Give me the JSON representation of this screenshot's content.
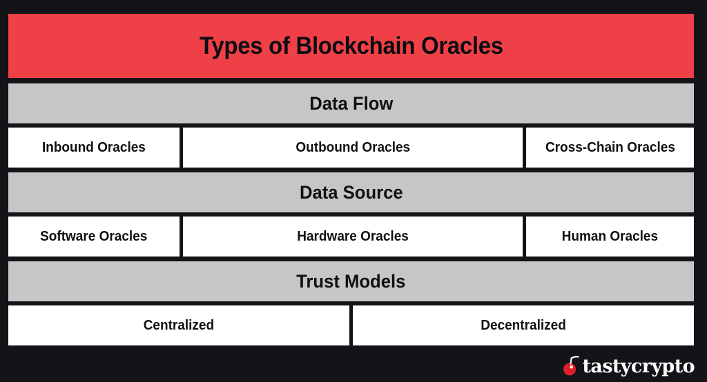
{
  "theme": {
    "background": "#131318",
    "accent_red": "#ee4046",
    "header_gray": "#c6c6c6",
    "cell_white": "#ffffff",
    "text_dark": "#101014",
    "logo_white": "#ffffff"
  },
  "title": "Types of Blockchain Oracles",
  "sections": [
    {
      "header": "Data Flow",
      "cells": [
        "Inbound Oracles",
        "Outbound Oracles",
        "Cross-Chain Oracles"
      ]
    },
    {
      "header": "Data Source",
      "cells": [
        "Software Oracles",
        "Hardware Oracles",
        "Human Oracles"
      ]
    },
    {
      "header": "Trust Models",
      "cells": [
        "Centralized",
        "Decentralized"
      ]
    }
  ],
  "footer": {
    "logo_icon": "cherry-icon",
    "logo_text": "tastycrypto"
  }
}
